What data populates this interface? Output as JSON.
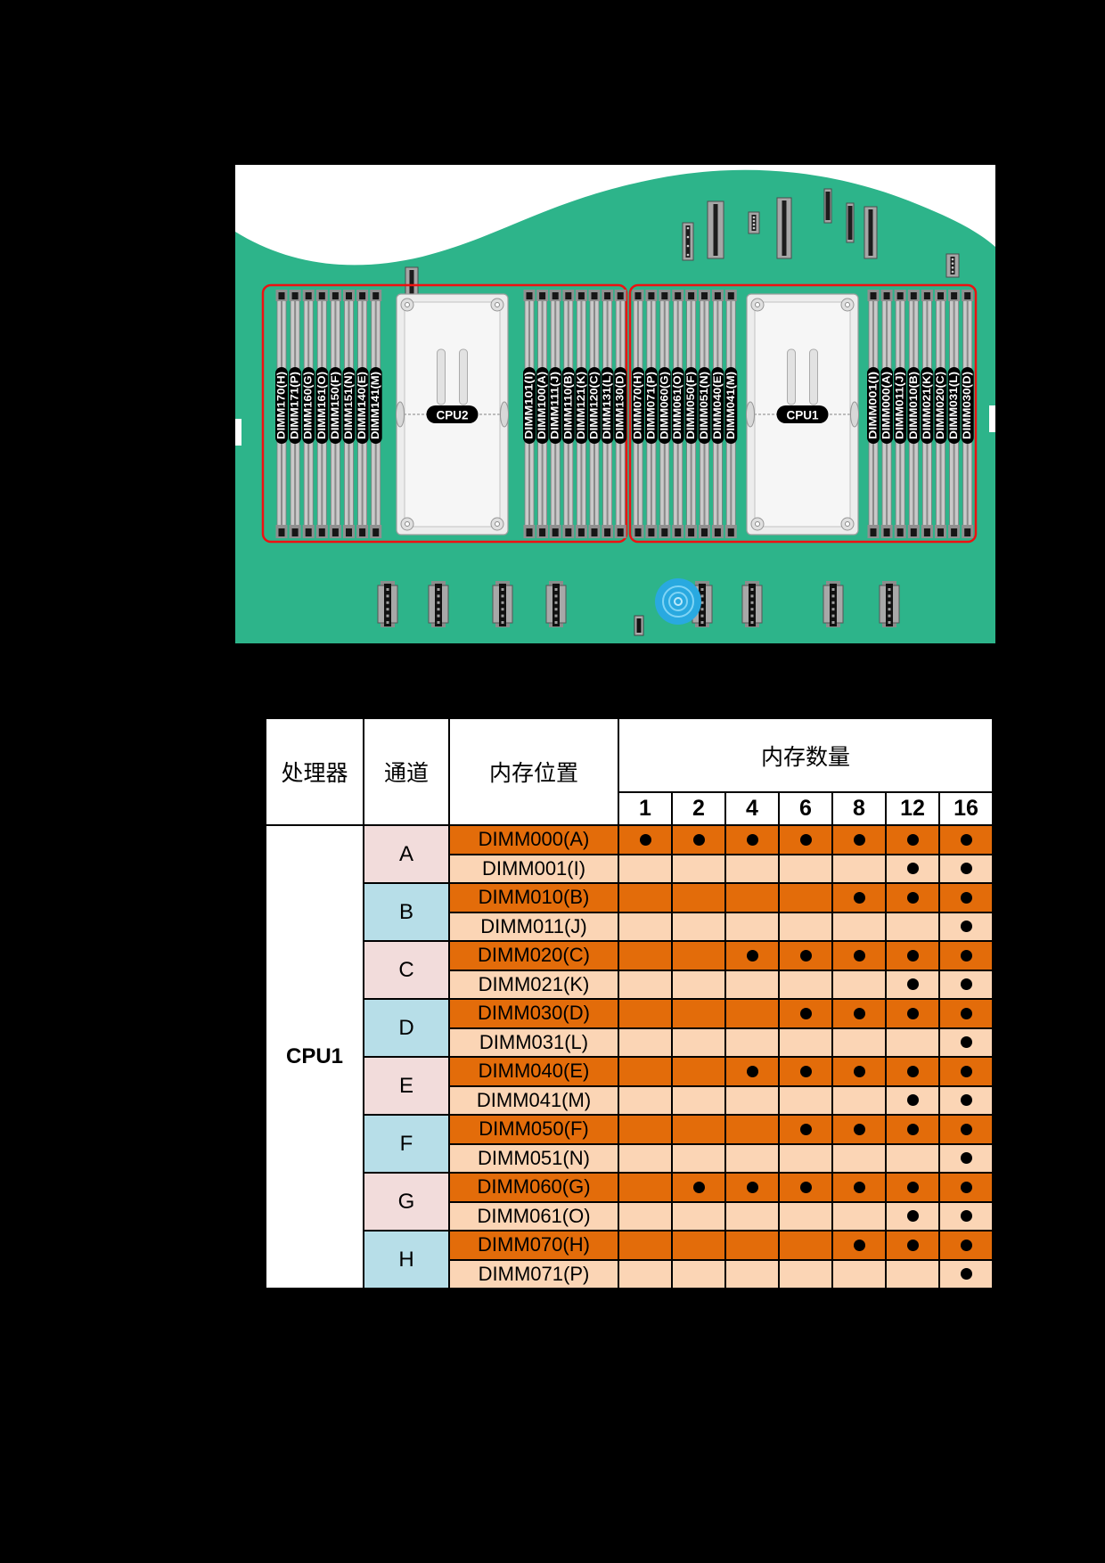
{
  "page": {
    "background": "#000000"
  },
  "board": {
    "pcb_color": "#2DB48A",
    "outline_color": "#EE1111",
    "battery_color": "#29A9E0",
    "cpus": [
      {
        "label": "CPU2"
      },
      {
        "label": "CPU1"
      }
    ],
    "dimm_groups": [
      {
        "id": "cpu2-left",
        "slots": [
          "DIMM170(H)",
          "DIMM171(P)",
          "DIMM160(G)",
          "DIMM161(O)",
          "DIMM150(F)",
          "DIMM151(N)",
          "DIMM140(E)",
          "DIMM141(M)"
        ]
      },
      {
        "id": "cpu2-right",
        "slots": [
          "DIMM101(I)",
          "DIMM100(A)",
          "DIMM111(J)",
          "DIMM110(B)",
          "DIMM121(K)",
          "DIMM120(C)",
          "DIMM131(L)",
          "DIMM130(D)"
        ]
      },
      {
        "id": "cpu1-left",
        "slots": [
          "DIMM070(H)",
          "DIMM071(P)",
          "DIMM060(G)",
          "DIMM061(O)",
          "DIMM050(F)",
          "DIMM051(N)",
          "DIMM040(E)",
          "DIMM041(M)"
        ]
      },
      {
        "id": "cpu1-right",
        "slots": [
          "DIMM001(I)",
          "DIMM000(A)",
          "DIMM011(J)",
          "DIMM010(B)",
          "DIMM021(K)",
          "DIMM020(C)",
          "DIMM031(L)",
          "DIMM030(D)"
        ]
      }
    ]
  },
  "table": {
    "header": {
      "processor": "处理器",
      "channel": "通道",
      "position": "内存位置",
      "quantity": "内存数量"
    },
    "quantity_columns": [
      1,
      2,
      4,
      6,
      8,
      12,
      16
    ],
    "processor_label": "CPU1",
    "colors": {
      "row_primary": "#E36C0A",
      "row_secondary": "#FBD5B5",
      "channel_pink": "#F2DCDB",
      "channel_blue": "#B7DEE8"
    },
    "channels": [
      {
        "label": "A",
        "tone": "pink",
        "rows": [
          {
            "position": "DIMM000(A)",
            "dots": [
              1,
              2,
              4,
              6,
              8,
              12,
              16
            ]
          },
          {
            "position": "DIMM001(I)",
            "dots": [
              12,
              16
            ]
          }
        ]
      },
      {
        "label": "B",
        "tone": "blue",
        "rows": [
          {
            "position": "DIMM010(B)",
            "dots": [
              8,
              12,
              16
            ]
          },
          {
            "position": "DIMM011(J)",
            "dots": [
              16
            ]
          }
        ]
      },
      {
        "label": "C",
        "tone": "pink",
        "rows": [
          {
            "position": "DIMM020(C)",
            "dots": [
              4,
              6,
              8,
              12,
              16
            ]
          },
          {
            "position": "DIMM021(K)",
            "dots": [
              12,
              16
            ]
          }
        ]
      },
      {
        "label": "D",
        "tone": "blue",
        "rows": [
          {
            "position": "DIMM030(D)",
            "dots": [
              6,
              8,
              12,
              16
            ]
          },
          {
            "position": "DIMM031(L)",
            "dots": [
              16
            ]
          }
        ]
      },
      {
        "label": "E",
        "tone": "pink",
        "rows": [
          {
            "position": "DIMM040(E)",
            "dots": [
              4,
              6,
              8,
              12,
              16
            ]
          },
          {
            "position": "DIMM041(M)",
            "dots": [
              12,
              16
            ]
          }
        ]
      },
      {
        "label": "F",
        "tone": "blue",
        "rows": [
          {
            "position": "DIMM050(F)",
            "dots": [
              6,
              8,
              12,
              16
            ]
          },
          {
            "position": "DIMM051(N)",
            "dots": [
              16
            ]
          }
        ]
      },
      {
        "label": "G",
        "tone": "pink",
        "rows": [
          {
            "position": "DIMM060(G)",
            "dots": [
              2,
              4,
              6,
              8,
              12,
              16
            ]
          },
          {
            "position": "DIMM061(O)",
            "dots": [
              12,
              16
            ]
          }
        ]
      },
      {
        "label": "H",
        "tone": "blue",
        "rows": [
          {
            "position": "DIMM070(H)",
            "dots": [
              8,
              12,
              16
            ]
          },
          {
            "position": "DIMM071(P)",
            "dots": [
              16
            ]
          }
        ]
      }
    ]
  }
}
